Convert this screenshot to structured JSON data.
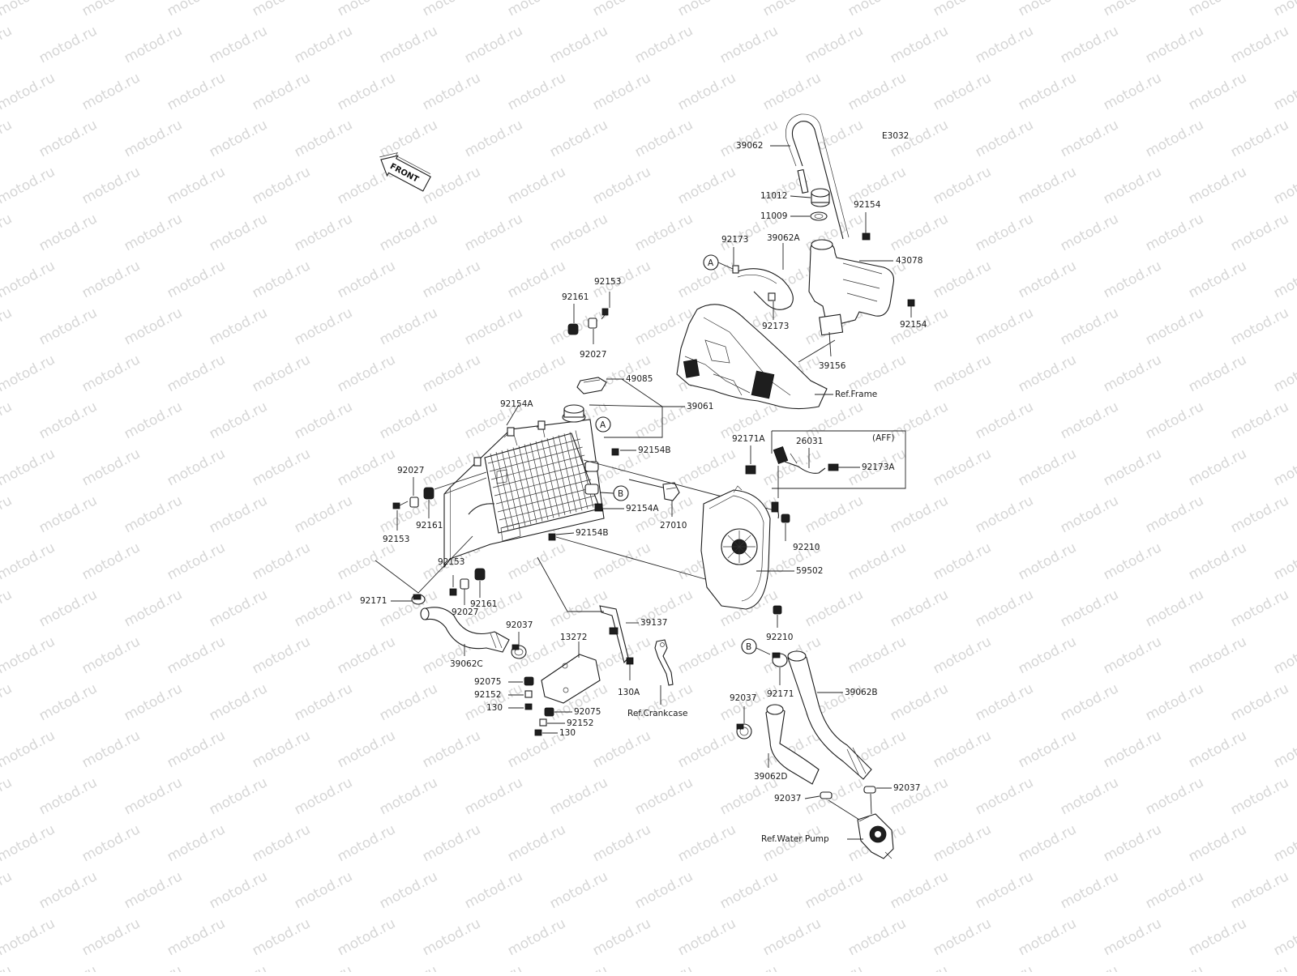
{
  "diagram": {
    "code": "E3032",
    "watermark": "motod.ru",
    "front_arrow_text": "FRONT",
    "aff_box_text": "(AFF)",
    "callouts": {
      "A": "A",
      "B": "B"
    },
    "labels": {
      "p39062": "39062",
      "p11012": "11012",
      "p11009": "11009",
      "p92154_top": "92154",
      "p92173_top": "92173",
      "p39062A": "39062A",
      "p43078": "43078",
      "p92173_mid": "92173",
      "p92154_right": "92154",
      "p39156": "39156",
      "ref_frame": "Ref.Frame",
      "p92153_top": "92153",
      "p92161_top": "92161",
      "p92027_top": "92027",
      "p49085": "49085",
      "p39061": "39061",
      "p92154A_top": "92154A",
      "p92154B_top": "92154B",
      "p92027_left": "92027",
      "p92161_left": "92161",
      "p92153_left": "92153",
      "p92154A_mid": "92154A",
      "p27010": "27010",
      "p92154B_mid": "92154B",
      "p92171A": "92171A",
      "p26031": "26031",
      "p92173A": "92173A",
      "p92210_top": "92210",
      "p59502": "59502",
      "p92210_bot": "92210",
      "p92153_low": "92153",
      "p92171_left": "92171",
      "p92161_low": "92161",
      "p92027_low": "92027",
      "p92037_left": "92037",
      "p39062C": "39062C",
      "p39137": "39137",
      "p13272": "13272",
      "p130A": "130A",
      "ref_crankcase": "Ref.Crankcase",
      "p92075_a": "92075",
      "p92152_a": "92152",
      "p130_a": "130",
      "p92075_b": "92075",
      "p92152_b": "92152",
      "p130_b": "130",
      "p92171_right": "92171",
      "p39062B": "39062B",
      "p92037_mid": "92037",
      "p39062D": "39062D",
      "p92037_low": "92037",
      "p92037_right": "92037",
      "ref_water_pump": "Ref.Water Pump"
    }
  }
}
